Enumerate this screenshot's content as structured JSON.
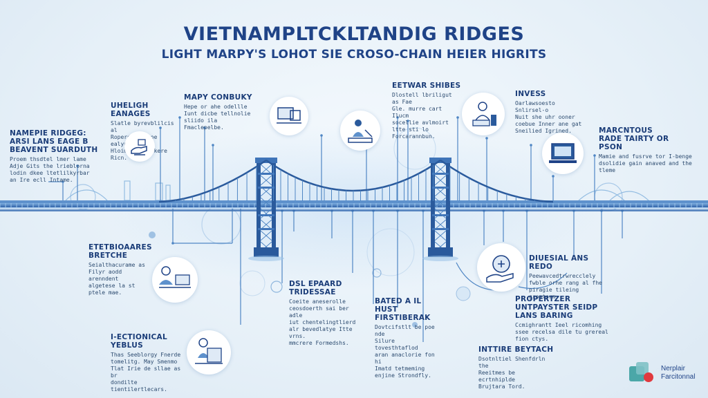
{
  "header": {
    "title": "VIETNAMPLTCKLTANDIG RIDGES",
    "subtitle": "LIGHT MARPY'S LOHOT SIE CROSO-CHAIN HEIER HIGRITS"
  },
  "blocks": [
    {
      "id": "b1",
      "title": "UHELIGH EANAGES",
      "body": [
        "Slatle byrevblilcis al",
        "Roperdes Bitoe ealyumire",
        "Hloim Beas a kere Ricn."
      ]
    },
    {
      "id": "b2",
      "title": "MAPY CONBUKY",
      "body": [
        "Hepe or ahe odellle",
        "Iunt dicbe tellnolie",
        "sliido ila Fmaclepelbe."
      ]
    },
    {
      "id": "b3",
      "title": "EETWAR SHIBES",
      "body": [
        "Dlostell lbriligut as Fae",
        "Gle. murre cart Ilucm",
        "socellie avlmoirt ltte sti lo",
        "Forcarannbun."
      ]
    },
    {
      "id": "b4",
      "title": "INVESS",
      "body": [
        "Oarlawsoesto Snlirsel-o",
        "Nuit she uhr ooner",
        "coebue Inner ane gat",
        "Sneilied Igrined."
      ]
    },
    {
      "id": "b5",
      "title": "MARCNTOUS RADE TAIRTY OR PSON",
      "body": [
        "Mamie and fusrve tor I-benge",
        "dsolidie gain anaved and the tleme"
      ]
    },
    {
      "id": "b6",
      "title": "NAMEPIE RIDGEG: ARSI LANS EAGE B BEAVENT SUARDUTH",
      "body": [
        "Proem thsdtel lmer lame",
        "Adje Gits the lrieblorna",
        "lodin dkee ltetlilkyrbar",
        "an Ire ecll Intame."
      ]
    },
    {
      "id": "b7",
      "title": "ETETBIOAARES BRETCHE",
      "body": [
        "Seialthacurame as",
        "Filyr aodd arenndent",
        "algetese la st",
        "ptele mae."
      ]
    },
    {
      "id": "b8",
      "title": "DSL EPAARD TRIDESSAE",
      "body": [
        "Coeite aneserolle",
        "ceosdoerth sai ber adle",
        "iut chentelingtlierd",
        "alr bevedlatye Itte vrns.",
        "mmcrere Formedshs."
      ]
    },
    {
      "id": "b9",
      "title": "BATED A IL HUST FIRSTIBERAK",
      "body": [
        "Dovtcifstlt be poe nde",
        "Silure tovesthtaflod",
        "aran anaclorie fon hi",
        "Imatd tetmeming",
        "enjine Strondfly."
      ]
    },
    {
      "id": "b10",
      "title": "DIUESIAL ANS REDO",
      "body": [
        "Peewavcedtrwrecclely",
        "fwble orhe rang al fhe",
        "piragie tileing gromtorm."
      ]
    },
    {
      "id": "b11",
      "title": "PROPERTZER UNTPAYSTER SEIDP LANS BARING",
      "body": [
        "Ccmighrantt Ieel ricomhing",
        "ssee recelsa dile tu grereal",
        "fion ctys."
      ]
    },
    {
      "id": "b12",
      "title": "I-ECTIONICAL YEBLUS",
      "body": [
        "Thas Seeblorgy Fnerde",
        "tomelitg. May Smenmo",
        "Tlat Irie de sllae as br",
        "dondilte tientilertlecars."
      ]
    },
    {
      "id": "b13",
      "title": "INTTIRE BEYTACH",
      "body": [
        "Dsotnltiel Shenfdrln the",
        "Reeitmes be ecrtnhiplde",
        "Brujtara Tord."
      ]
    }
  ],
  "icons": [
    "hand-holding-cursor-icon",
    "computer-monitor-icon",
    "engineer-at-machine-icon",
    "person-with-laptop-icon",
    "laptop-screen-icon",
    "people-working-icon",
    "hand-with-badge-icon",
    "technician-machine-icon"
  ],
  "logo": {
    "line1": "Nerplair",
    "line2": "Farcitonnal"
  },
  "colors": {
    "primary": "#1f4387",
    "bridge": "#3f74b8",
    "bridge_dark": "#2a5a9c",
    "line": "#4f86c4",
    "glow": "#9fc4e8"
  }
}
